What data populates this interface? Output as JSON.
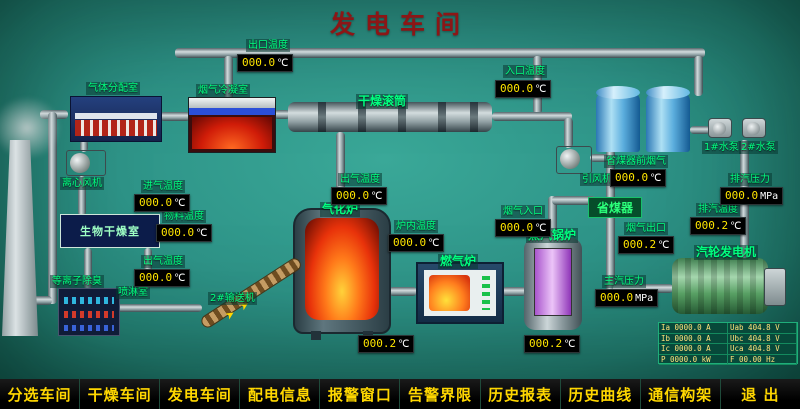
{
  "title": "发电车间",
  "colors": {
    "background_teal": "#2e9488",
    "label_green": "#00ff7f",
    "reading_yellow": "#ffe600",
    "title_red": "#8c1616",
    "menu_yellow": "#ffd700"
  },
  "equipment": {
    "gas_distribution": "气体分配室",
    "flue_condenser": "烟气冷凝室",
    "drying_drum": "干燥滚筒",
    "centrifugal_fan": "离心风机",
    "bio_drying_room": "生物干燥室",
    "plasma_deodorizer": "等离子除臭",
    "spray_room": "喷淋室",
    "conveyor2": "2#输送机",
    "conveyor_arrows": "➤ ➤",
    "gasifier": "气化炉",
    "gas_furnace": "燃气炉",
    "steam_boiler": "蒸汽锅炉",
    "economizer": "省煤器",
    "induced_fan": "引风机",
    "turbine_generator": "汽轮发电机",
    "pump1": "1#水泵",
    "pump2": "2#水泵"
  },
  "readings": [
    {
      "label": "出口温度",
      "value": "000.0",
      "unit": "℃"
    },
    {
      "label": "入口温度",
      "value": "000.0",
      "unit": "℃"
    },
    {
      "label": "进气温度",
      "value": "000.0",
      "unit": "℃"
    },
    {
      "label": "物料温度",
      "value": "000.0",
      "unit": "℃"
    },
    {
      "label": "出气温度",
      "value": "000.0",
      "unit": "℃"
    },
    {
      "label": "出气温度",
      "value": "000.0",
      "unit": "℃"
    },
    {
      "label": "炉内温度",
      "value": "000.0",
      "unit": "℃"
    },
    {
      "label": "烟气入口",
      "value": "000.0",
      "unit": "℃"
    },
    {
      "label": "省煤器前烟气",
      "value": "000.0",
      "unit": "℃"
    },
    {
      "label": "烟气出口",
      "value": "000.2",
      "unit": "℃"
    },
    {
      "label": "主汽压力",
      "value": "000.0",
      "unit": "MPa"
    },
    {
      "label": "排汽压力",
      "value": "000.0",
      "unit": "MPa"
    },
    {
      "label": "排汽温度",
      "value": "000.2",
      "unit": "℃"
    },
    {
      "label": "",
      "value": "000.2",
      "unit": "℃"
    },
    {
      "label": "",
      "value": "000.2",
      "unit": "℃"
    }
  ],
  "gen_table": {
    "rows": [
      {
        "c0": "Ia 0000.0 A",
        "c1": "Uab 404.8 V"
      },
      {
        "c0": "Ib 0000.0 A",
        "c1": "Ubc 404.8 V"
      },
      {
        "c0": "Ic 0000.0 A",
        "c1": "Uca 404.8 V"
      },
      {
        "c0": "P 0000.0 kW",
        "c1": "F 00.00 Hz"
      }
    ]
  },
  "menu": [
    "分选车间",
    "干燥车间",
    "发电车间",
    "配电信息",
    "报警窗口",
    "告警界限",
    "历史报表",
    "历史曲线",
    "通信构架",
    "退 出"
  ]
}
